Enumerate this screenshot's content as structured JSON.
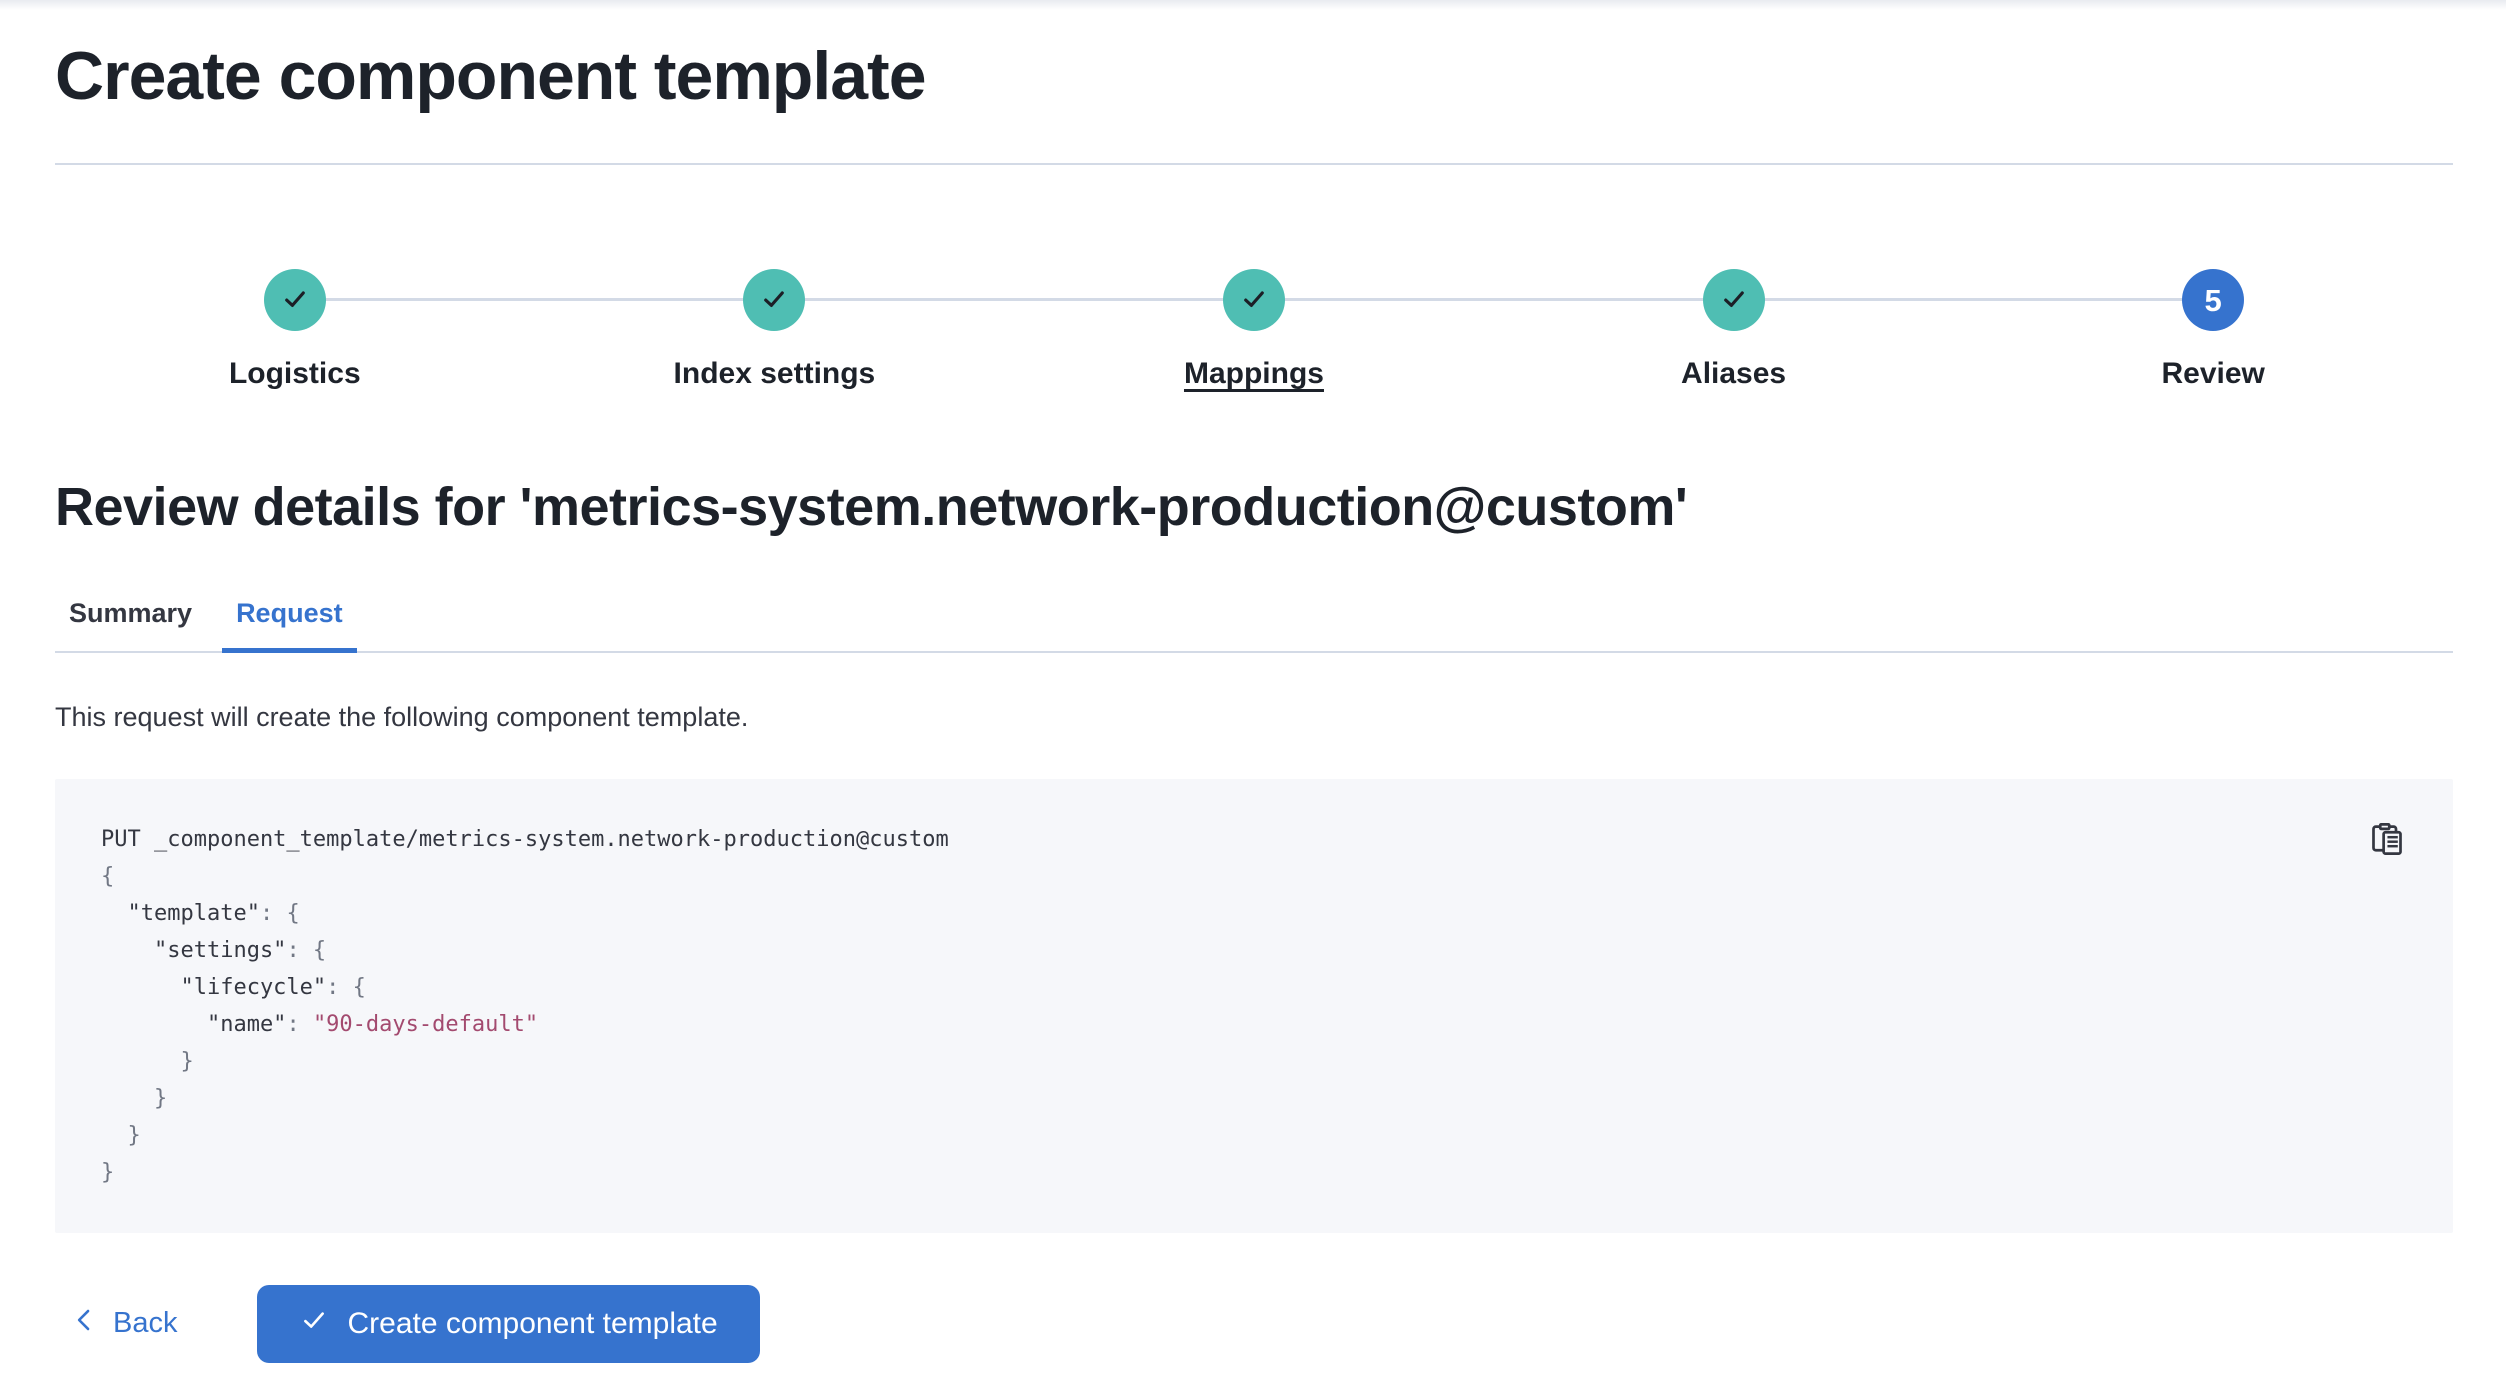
{
  "page": {
    "title": "Create component template"
  },
  "stepper": {
    "steps": [
      {
        "label": "Logistics",
        "status": "complete"
      },
      {
        "label": "Index settings",
        "status": "complete"
      },
      {
        "label": "Mappings",
        "status": "complete"
      },
      {
        "label": "Aliases",
        "status": "complete"
      },
      {
        "label": "Review",
        "status": "current",
        "number": "5"
      }
    ]
  },
  "review": {
    "heading": "Review details for 'metrics-system.network-production@custom'",
    "tabs": [
      {
        "label": "Summary",
        "active": false
      },
      {
        "label": "Request",
        "active": true
      }
    ],
    "description": "This request will create the following component template."
  },
  "code": {
    "lines": [
      [
        {
          "c": "txt",
          "t": "PUT _component_template/metrics-system.network-production@custom"
        }
      ],
      [
        {
          "c": "pun",
          "t": "{"
        }
      ],
      [
        {
          "c": "txt",
          "t": "  \"template\""
        },
        {
          "c": "pun",
          "t": ": {"
        }
      ],
      [
        {
          "c": "txt",
          "t": "    \"settings\""
        },
        {
          "c": "pun",
          "t": ": {"
        }
      ],
      [
        {
          "c": "txt",
          "t": "      \"lifecycle\""
        },
        {
          "c": "pun",
          "t": ": {"
        }
      ],
      [
        {
          "c": "txt",
          "t": "        \"name\""
        },
        {
          "c": "pun",
          "t": ": "
        },
        {
          "c": "str",
          "t": "\"90-days-default\""
        }
      ],
      [
        {
          "c": "pun",
          "t": "      }"
        }
      ],
      [
        {
          "c": "pun",
          "t": "    }"
        }
      ],
      [
        {
          "c": "pun",
          "t": "  }"
        }
      ],
      [
        {
          "c": "pun",
          "t": "}"
        }
      ]
    ]
  },
  "footer": {
    "back_label": "Back",
    "submit_label": "Create component template"
  },
  "colors": {
    "primary_blue": "#3673ce",
    "success_teal": "#4fbeb3",
    "divider_gray": "#d3dae6",
    "heading_text": "#1d222a",
    "body_text": "#343741",
    "code_background": "#f6f7fa",
    "code_string": "#a34a6f",
    "code_punctuation": "#717784"
  }
}
